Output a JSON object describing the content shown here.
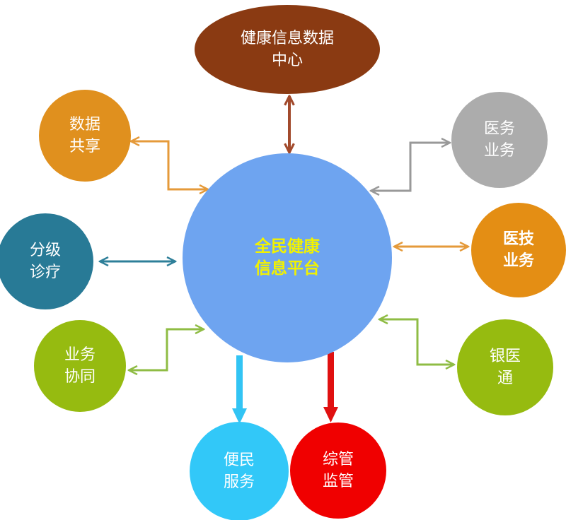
{
  "colors": {
    "center": "#6ea4f0",
    "center_text": "#f2f200",
    "top": "#8a3a12",
    "data_share": "#e0901e",
    "medical_affairs": "#acacac",
    "tiered": "#287a96",
    "tech": "#e48e14",
    "collab": "#96bb10",
    "bank": "#96bb10",
    "convenience": "#32c8f8",
    "supervision": "#f00000",
    "arrow_brown": "#a24a2c",
    "arrow_orange": "#e59a3a",
    "arrow_gray": "#999999",
    "arrow_teal": "#2e7f99",
    "arrow_green": "#8fbc44",
    "arrow_cyan": "#32c4f4",
    "arrow_red": "#e01010"
  },
  "center": {
    "line1": "全民健康",
    "line2": "信息平台"
  },
  "nodes": {
    "top": {
      "line1": "健康信息数据",
      "line2": "中心"
    },
    "data_share": {
      "line1": "数据",
      "line2": "共享"
    },
    "medical_affairs": {
      "line1": "医务",
      "line2": "业务"
    },
    "tiered": {
      "line1": "分级",
      "line2": "诊疗"
    },
    "tech": {
      "line1": "医技",
      "line2": "业务"
    },
    "collab": {
      "line1": "业务",
      "line2": "协同"
    },
    "bank": {
      "line1": "银医",
      "line2": "通"
    },
    "convenience": {
      "line1": "便民",
      "line2": "服务"
    },
    "supervision": {
      "line1": "综管",
      "line2": "监管"
    }
  }
}
